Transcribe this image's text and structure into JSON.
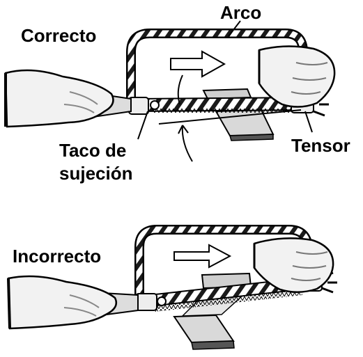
{
  "labels": {
    "correct": "Correcto",
    "frame": "Arco",
    "holder_line1": "Taco de",
    "holder_line2": "sujeción",
    "tensioner": "Tensor",
    "incorrect": "Incorrecto"
  },
  "icons": [
    "hand-icon",
    "hacksaw-icon",
    "arrow-right-icon",
    "workpiece-block-icon"
  ],
  "colors": {
    "ink": "#000000",
    "paper": "#ffffff",
    "hand": "#f2f2f2",
    "shade": "#b5b5b5"
  }
}
